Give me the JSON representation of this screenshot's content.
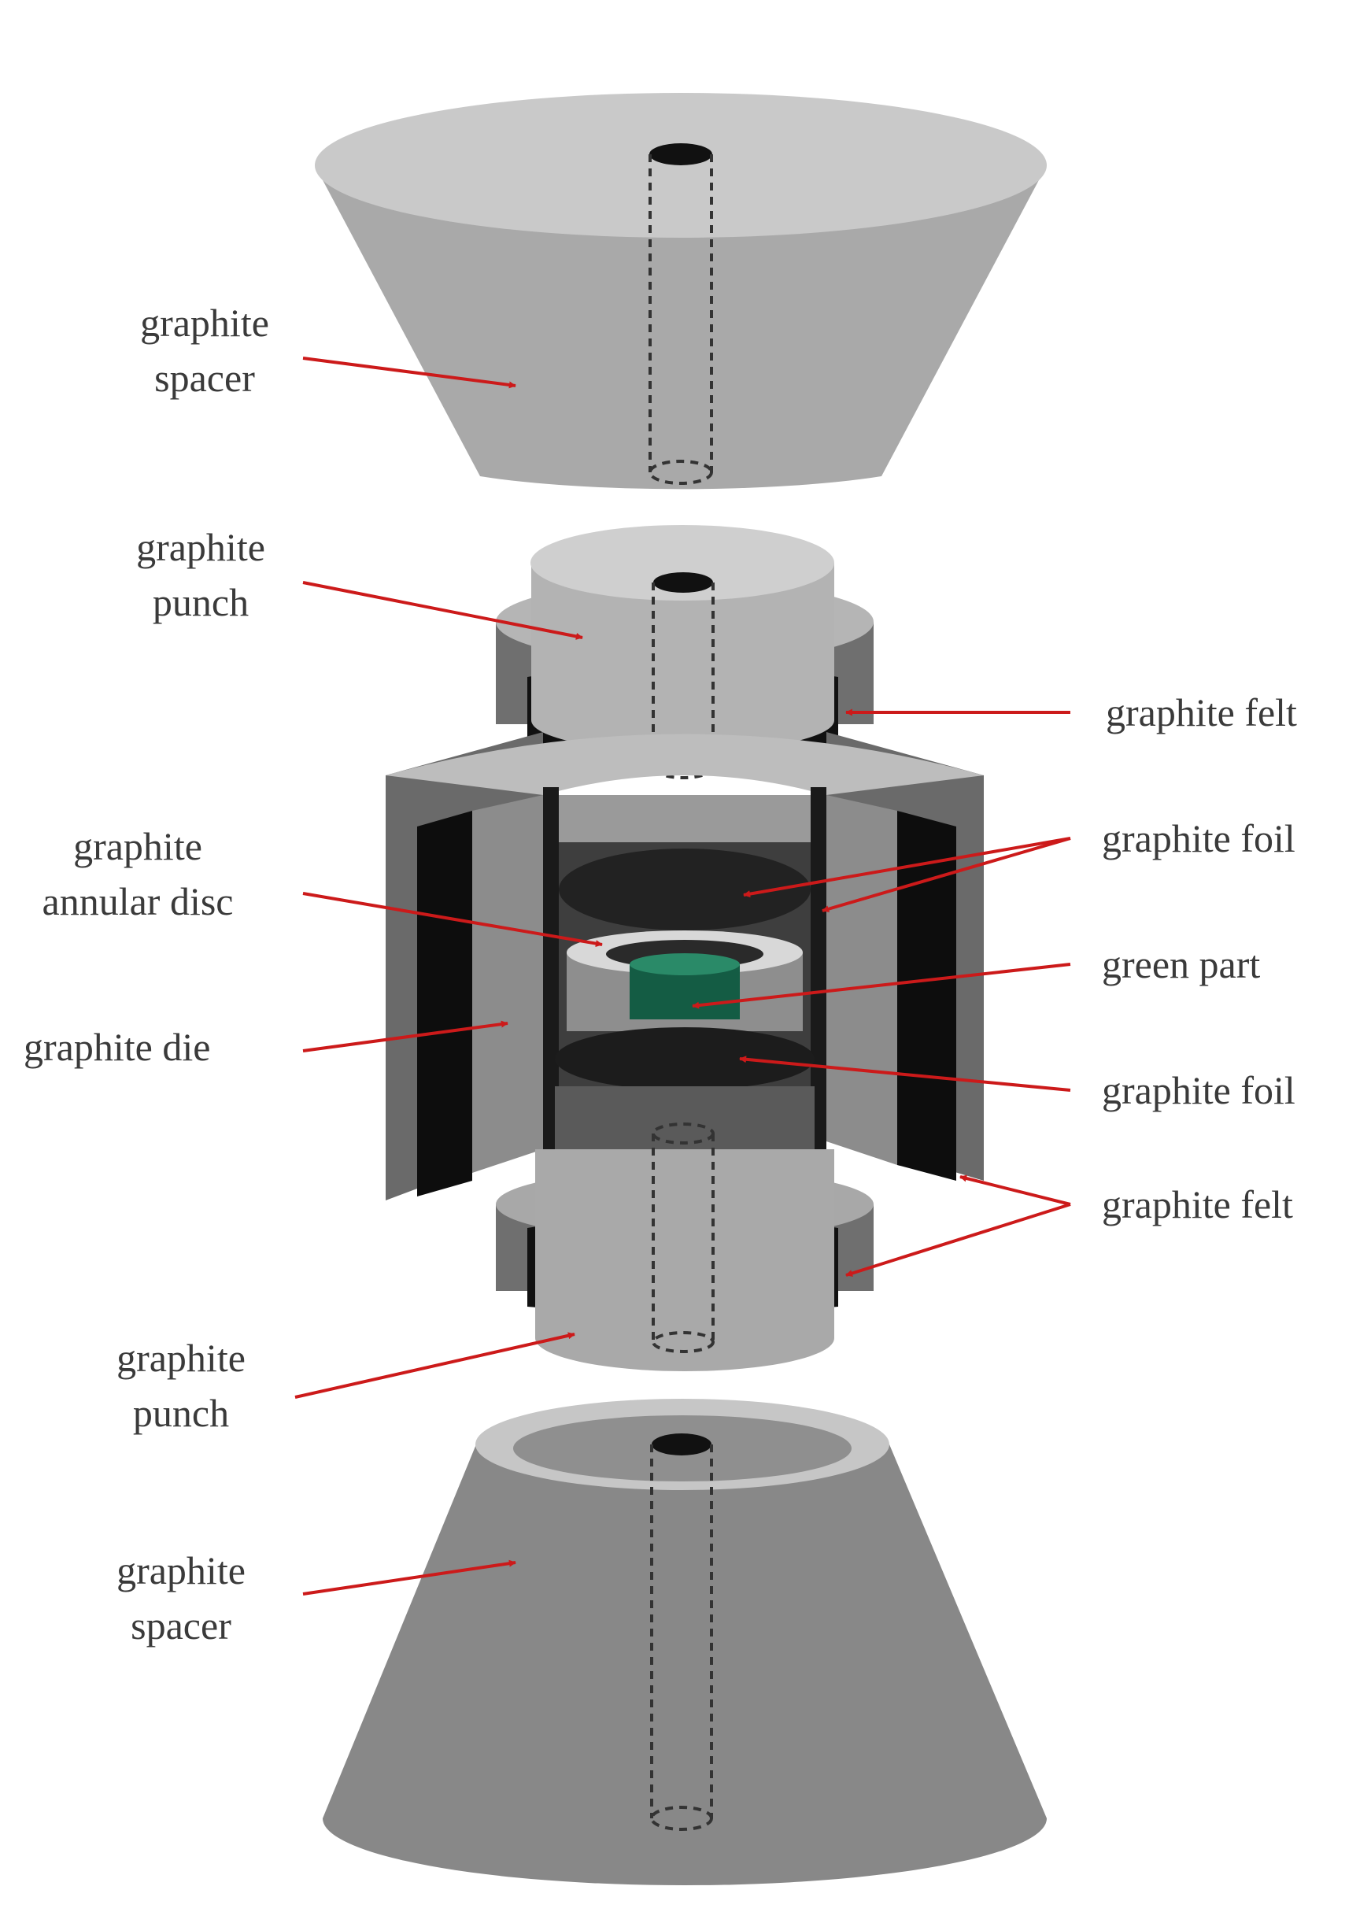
{
  "colors": {
    "arrow": "#cc1a1a",
    "light_grey": "#d2d2d2",
    "mid_grey": "#b9b9b9",
    "dark_grey": "#7a7a7a",
    "felt_black": "#111111",
    "green_part": "#1f7a5c"
  },
  "labels": {
    "top_spacer": {
      "line1": "graphite",
      "line2": "spacer"
    },
    "top_punch": {
      "line1": "graphite",
      "line2": "punch"
    },
    "annular_disc": {
      "line1": "graphite",
      "line2": "annular disc"
    },
    "die": "graphite die",
    "bottom_punch": {
      "line1": "graphite",
      "line2": "punch"
    },
    "bottom_spacer": {
      "line1": "graphite",
      "line2": "spacer"
    },
    "felt_top": "graphite felt",
    "foil_top": "graphite foil",
    "green_part": "green part",
    "foil_bottom": "graphite foil",
    "felt_bottom": "graphite felt"
  }
}
